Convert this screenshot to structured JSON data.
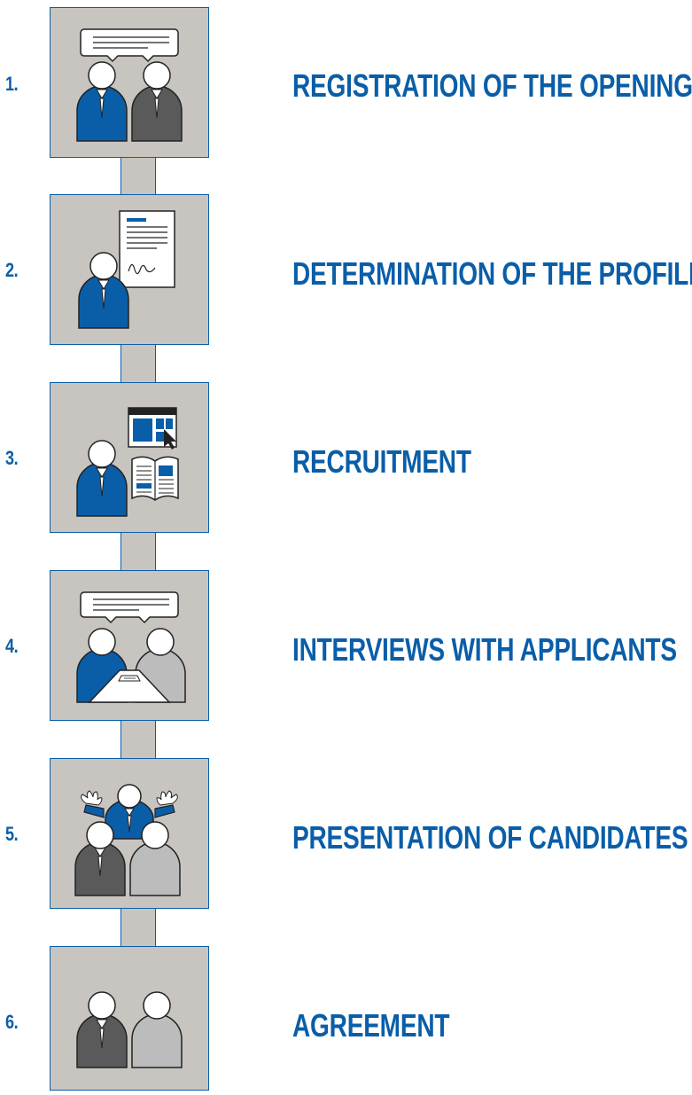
{
  "steps": [
    {
      "number": "1.",
      "title": "REGISTRATION OF THE OPENING",
      "illustration": "two-people-talking-icon"
    },
    {
      "number": "2.",
      "title": "DETERMINATION OF THE PROFILE",
      "illustration": "person-with-signed-document-icon"
    },
    {
      "number": "3.",
      "title": "RECRUITMENT",
      "illustration": "person-with-website-and-newspaper-icon"
    },
    {
      "number": "4.",
      "title": "INTERVIEWS WITH APPLICANTS",
      "illustration": "interview-at-table-icon"
    },
    {
      "number": "5.",
      "title": "PRESENTATION OF CANDIDATES",
      "illustration": "presenter-with-candidates-icon"
    },
    {
      "number": "6.",
      "title": "AGREEMENT",
      "illustration": "two-people-agreement-icon"
    }
  ],
  "colors": {
    "accent_blue": "#0a5ea8",
    "box_gray": "#c8c5c0",
    "person_dark_gray": "#5a5a5a",
    "person_light_gray": "#bcbcbc"
  }
}
